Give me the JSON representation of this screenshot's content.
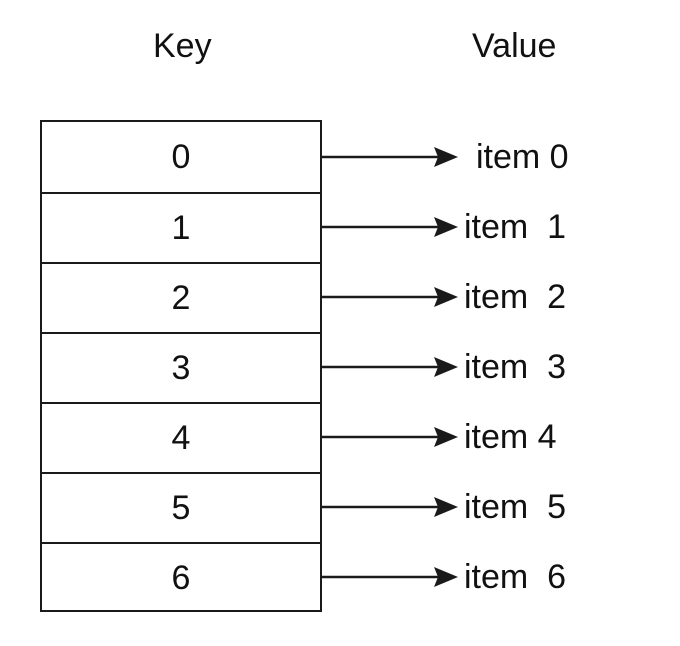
{
  "headers": {
    "key": "Key",
    "value": "Value"
  },
  "rows": [
    {
      "key": "0",
      "value": "item 0"
    },
    {
      "key": "1",
      "value": "item  1"
    },
    {
      "key": "2",
      "value": "item  2"
    },
    {
      "key": "3",
      "value": "item  3"
    },
    {
      "key": "4",
      "value": "item 4"
    },
    {
      "key": "5",
      "value": "item  5"
    },
    {
      "key": "6",
      "value": "item  6"
    }
  ],
  "colors": {
    "line": "#1a1a1a",
    "text": "#111111",
    "background": "#ffffff"
  }
}
